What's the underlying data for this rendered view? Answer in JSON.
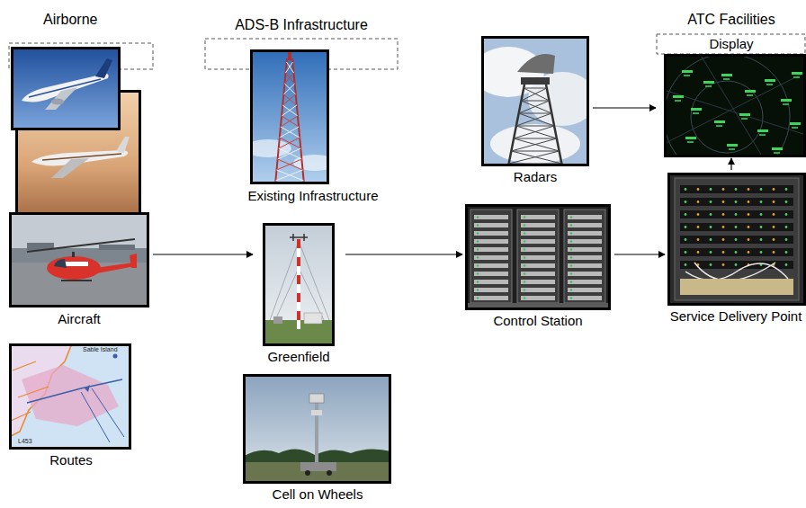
{
  "diagram": {
    "nodes": [
      {
        "text": [
          "Aircraft"
        ]
      },
      {
        "text": [
          "Routes"
        ]
      },
      {
        "text": [
          "Existing Infrastructure"
        ]
      },
      {
        "text": [
          "Greenfield"
        ]
      },
      {
        "text": [
          "Cell on Wheels"
        ]
      },
      {
        "text": [
          "Radars"
        ]
      },
      {
        "text": [
          "Control Station"
        ]
      },
      {
        "text": [
          "Display"
        ]
      },
      {
        "text": [
          "Service Delivery Point"
        ]
      }
    ],
    "edges": [
      {
        "from": 0,
        "to": 3,
        "arrow": "to"
      },
      {
        "from": 3,
        "to": 6,
        "arrow": "to"
      },
      {
        "from": 6,
        "to": 8,
        "arrow": "to"
      },
      {
        "from": 8,
        "to": 7,
        "arrow": "to"
      },
      {
        "from": 5,
        "to": 7,
        "arrow": "to"
      }
    ],
    "labels": [
      "Airborne",
      "ADS-B Infrastructure",
      "ATC Facilities",
      "Sable Island",
      "L453"
    ]
  }
}
